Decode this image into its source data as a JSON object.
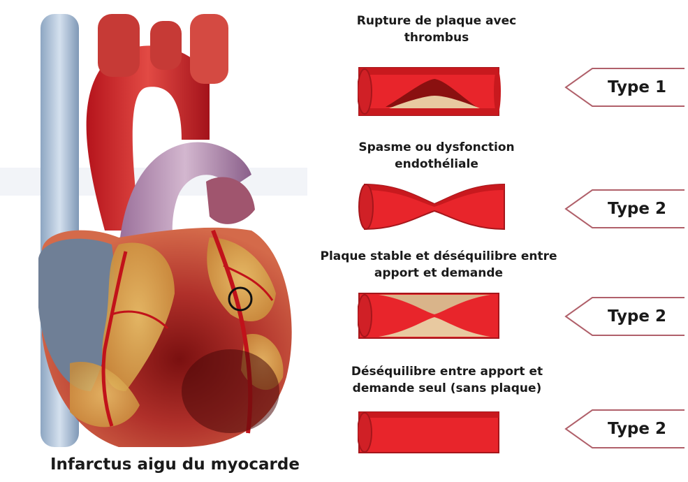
{
  "figure": {
    "caption": "Infarctus aigu du myocarde",
    "rows": [
      {
        "title_lines": [
          "Rupture de plaque avec",
          "thrombus"
        ],
        "type_label": "Type 1",
        "vessel_icon": "vessel-ruptured-plaque-thrombus"
      },
      {
        "title_lines": [
          "Spasme ou dysfonction",
          "endothéliale"
        ],
        "type_label": "Type 2",
        "vessel_icon": "vessel-spasm"
      },
      {
        "title_lines": [
          "Plaque stable et déséquilibre entre",
          "apport et demande"
        ],
        "type_label": "Type 2",
        "vessel_icon": "vessel-stable-plaque"
      },
      {
        "title_lines": [
          "Déséquilibre entre apport et",
          "demande seul (sans plaque)"
        ],
        "type_label": "Type 2",
        "vessel_icon": "vessel-normal"
      }
    ],
    "colors": {
      "vessel_red": "#e8252b",
      "vessel_dark": "#a5161b",
      "plaque": "#e8c9a0",
      "tag_border": "#b0606a"
    }
  }
}
